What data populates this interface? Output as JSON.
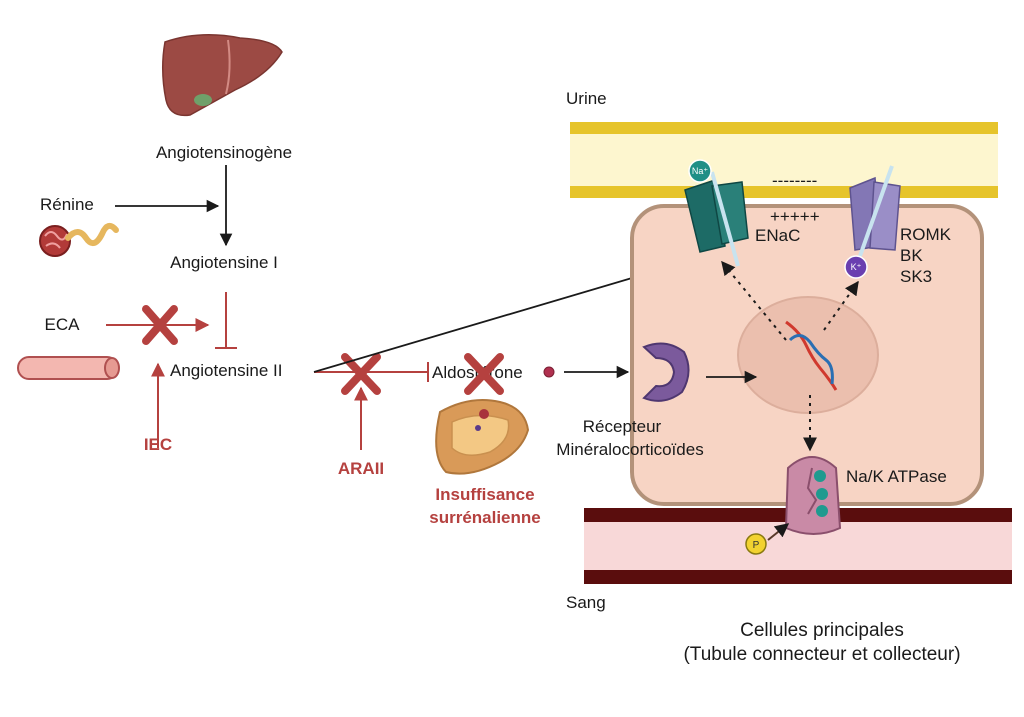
{
  "labels": {
    "angiotensinogen": "Angiotensinogène",
    "renin": "Rénine",
    "angiotensin1": "Angiotensine I",
    "eca": "ECA",
    "angiotensin2": "Angiotensine II",
    "iec": "IEC",
    "araii": "ARAII",
    "aldosterone": "Aldostérone",
    "adrenal_line1": "Insuffisance",
    "adrenal_line2": "surrénalienne",
    "receptor_line1": "Récepteur",
    "receptor_line2": "Minéralocorticoïdes",
    "urine": "Urine",
    "blood": "Sang",
    "negative_charges": "--------",
    "positive_charges": "+++++",
    "enac": "ENaC",
    "romk": "ROMK",
    "bk": "BK",
    "sk3": "SK3",
    "na_ion": "Na⁺",
    "k_ion": "K⁺",
    "phosphate": "P",
    "nak_atpase": "Na/K ATPase",
    "caption_line1": "Cellules principales",
    "caption_line2": "(Tubule connecteur et collecteur)"
  },
  "icons": [
    "liver-icon",
    "kidney-tubule-icon",
    "blood-vessel-icon",
    "adrenal-gland-icon",
    "receptor-icon",
    "dna-icon",
    "enac-channel-icon",
    "romk-channel-icon",
    "nak-pump-icon",
    "inhibition-cross-icon"
  ],
  "colors": {
    "inhibitor_red": "#b5413f",
    "cell_fill": "#f7d4c4",
    "cell_border": "#b3927a",
    "urine_yellow": "#e6c42b",
    "blood_dark": "#5a0d0d",
    "enac_teal": "#1d6b66",
    "romk_purple": "#8377b5",
    "receptor_purple": "#7b5a9c"
  }
}
